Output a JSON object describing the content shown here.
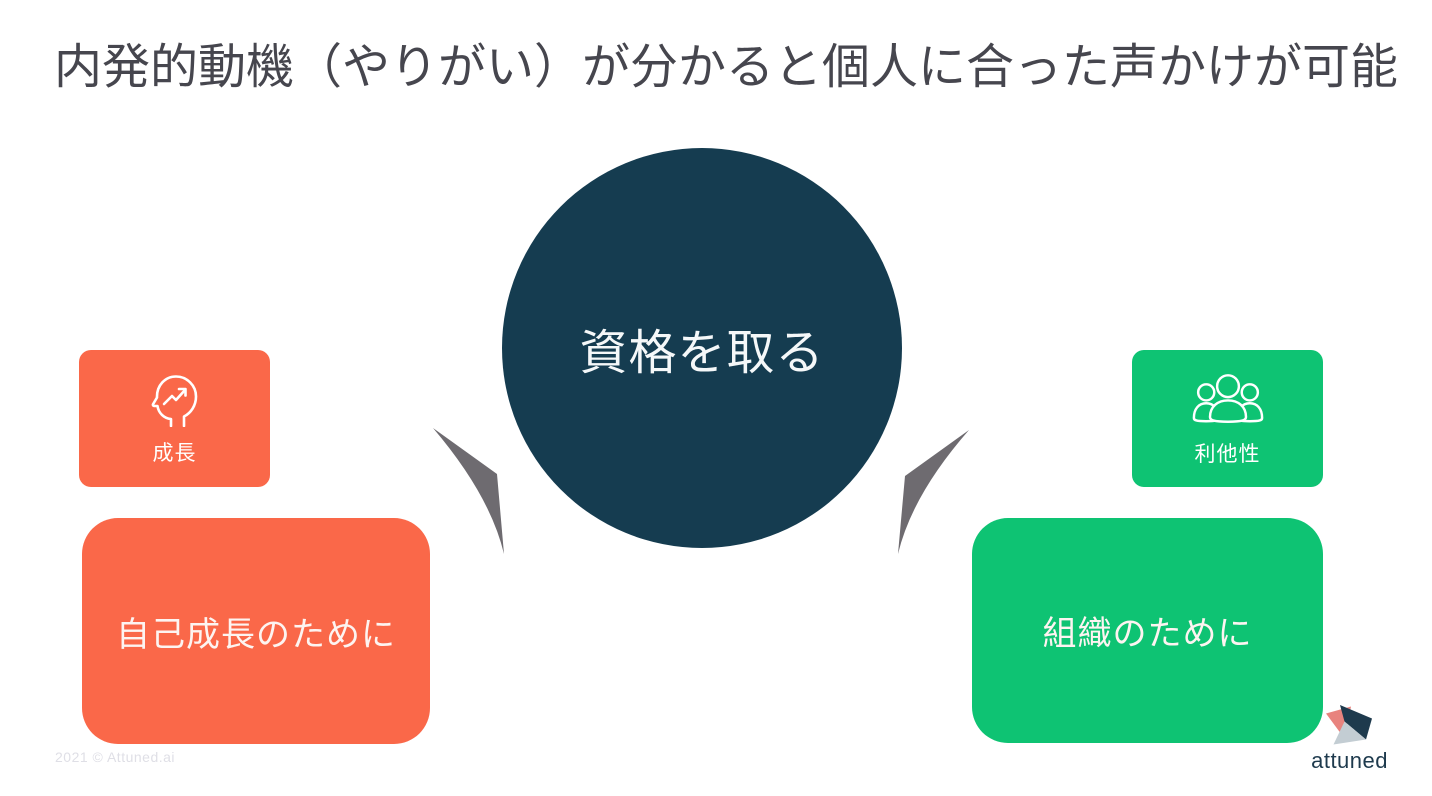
{
  "slide": {
    "title": "内発的動機（やりがい）が分かると個人に合った声かけが可能",
    "center_circle": {
      "label": "資格を取る",
      "color": "#153c50"
    },
    "left_group": {
      "motivator_card": {
        "label": "成長",
        "icon": "head-growth-icon",
        "color": "#fa6849"
      },
      "reason_card": {
        "label": "自己成長のために",
        "color": "#fa6849"
      }
    },
    "right_group": {
      "motivator_card": {
        "label": "利他性",
        "icon": "people-group-icon",
        "color": "#0ec373"
      },
      "reason_card": {
        "label": "組織のために",
        "color": "#0ec373"
      }
    },
    "arrows": {
      "color": "#6e6b70",
      "count": 2
    },
    "footer": {
      "copyright": "2021 © Attuned.ai",
      "logo_text": "attuned"
    },
    "colors": {
      "title_text": "#46464e",
      "circle_navy": "#153c50",
      "orange": "#fa6849",
      "green": "#0ec373",
      "arrow_gray": "#6e6b70",
      "watermark_gray": "#dfdfe6",
      "logo_navy": "#1e3a4d",
      "logo_salmon": "#e8837e",
      "logo_gray": "#c3cdd3"
    }
  }
}
